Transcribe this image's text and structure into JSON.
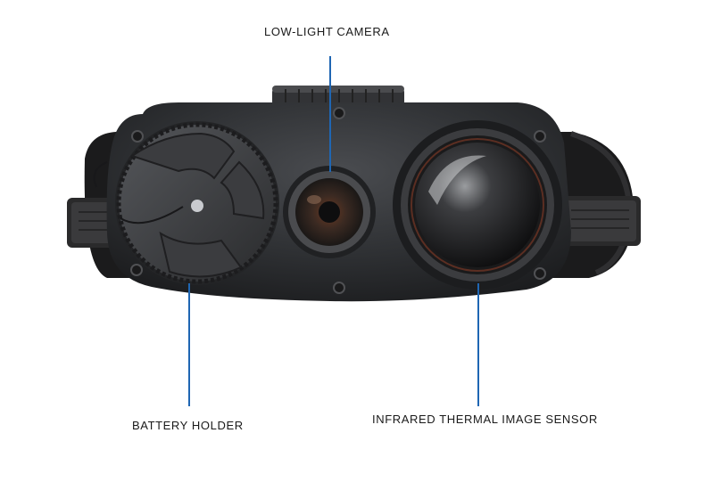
{
  "callouts": {
    "low_light_camera": "LOW-LIGHT CAMERA",
    "battery_holder": "BATTERY HOLDER",
    "thermal_sensor": "INFRARED THERMAL IMAGE SENSOR"
  },
  "colors": {
    "leader_line": "#1f66b3",
    "body": "#2b2c2e",
    "background": "#ffffff"
  }
}
